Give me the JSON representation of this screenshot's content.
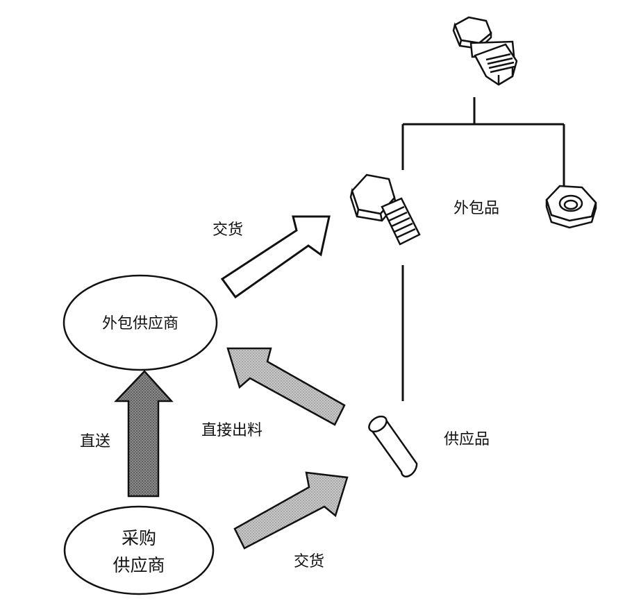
{
  "nodes": {
    "outsource_supplier": "外包供应商",
    "purchase_supplier_line1": "采购",
    "purchase_supplier_line2": "供应商",
    "outsourced_item": "外包品",
    "supplied_item": "供应品"
  },
  "edges": {
    "delivery_top": "交货",
    "delivery_bottom": "交货",
    "direct_issue": "直接出料",
    "direct_ship": "直送"
  },
  "colors": {
    "line": "#111111",
    "arrow_fill_gray": "#9a9a9a",
    "arrow_fill_dark": "#6c6c6c"
  }
}
